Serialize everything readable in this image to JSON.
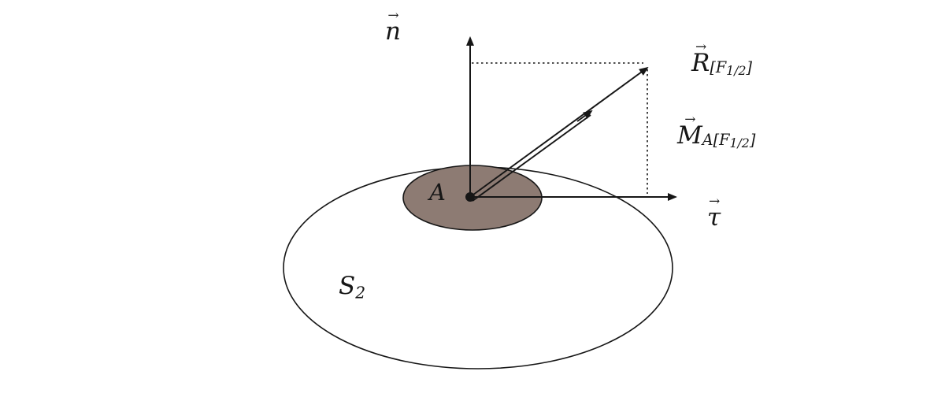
{
  "figure": {
    "background": "#ffffff",
    "line_color": "#161616",
    "patch_fill": "#8d7b73",
    "labels": {
      "normal": {
        "arrow": "→",
        "base": "n"
      },
      "tangent": {
        "arrow": "→",
        "base": "τ"
      },
      "resultant": {
        "arrow": "→",
        "base": "R",
        "sub_pre": "[",
        "sub_f": "F",
        "sub_frac": "1/2",
        "sub_post": "]"
      },
      "moment": {
        "arrow": "→",
        "base": "M",
        "sub_a": "A",
        "sub_pre": "[",
        "sub_f": "F",
        "sub_frac": "1/2",
        "sub_post": "]"
      },
      "point": "A",
      "surface_base": "S",
      "surface_sub": "2"
    }
  }
}
